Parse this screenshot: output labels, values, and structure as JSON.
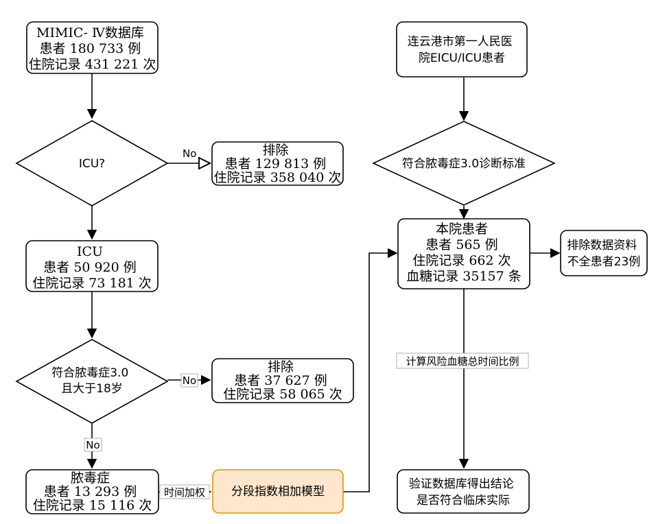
{
  "nodes": {
    "mimic": {
      "lines": [
        "MIMIC- Ⅳ数据库",
        "患者 180 733 例",
        "住院记录 431 221 次"
      ]
    },
    "icu_q": {
      "lines": [
        "ICU?"
      ]
    },
    "exclude1": {
      "lines": [
        "排除",
        "患者 129 813 例",
        "住院记录 358 040 次"
      ]
    },
    "icu": {
      "lines": [
        "ICU",
        "患者 50 920 例",
        "住院记录 73 181 次"
      ]
    },
    "sepsis_q": {
      "lines": [
        "符合脓毒症3.0",
        "且大于18岁"
      ]
    },
    "exclude2": {
      "lines": [
        "排除",
        "患者 37 627 例",
        "住院记录 58 065 次"
      ]
    },
    "sepsis": {
      "lines": [
        "脓毒症",
        "患者 13 293 例",
        "住院记录 15 116 次"
      ]
    },
    "model": {
      "lines": [
        "分段指数相加模型"
      ]
    },
    "lianyungang": {
      "lines": [
        "连云港市第一人民医",
        "院EICU/ICU患者"
      ]
    },
    "sepsis_std": {
      "lines": [
        "符合脓毒症3.0诊断标准"
      ]
    },
    "local": {
      "lines": [
        "本院患者",
        "患者 565 例",
        "住院记录 662 次",
        "血糖记录 35157 条"
      ]
    },
    "exclude3": {
      "lines": [
        "排除数据资料",
        "不全患者23例"
      ]
    },
    "validate": {
      "lines": [
        "验证数据库得出结论",
        "是否符合临床实际"
      ]
    }
  },
  "edge_labels": {
    "icu_no": "No",
    "sepsis_no_right": "No",
    "sepsis_no_down": "No",
    "time_weight": "时间加权",
    "calc_ratio": "计算风险血糖总时间比例"
  },
  "colors": {
    "model_fill": "#ffe6cc",
    "model_stroke": "#d79b00"
  }
}
